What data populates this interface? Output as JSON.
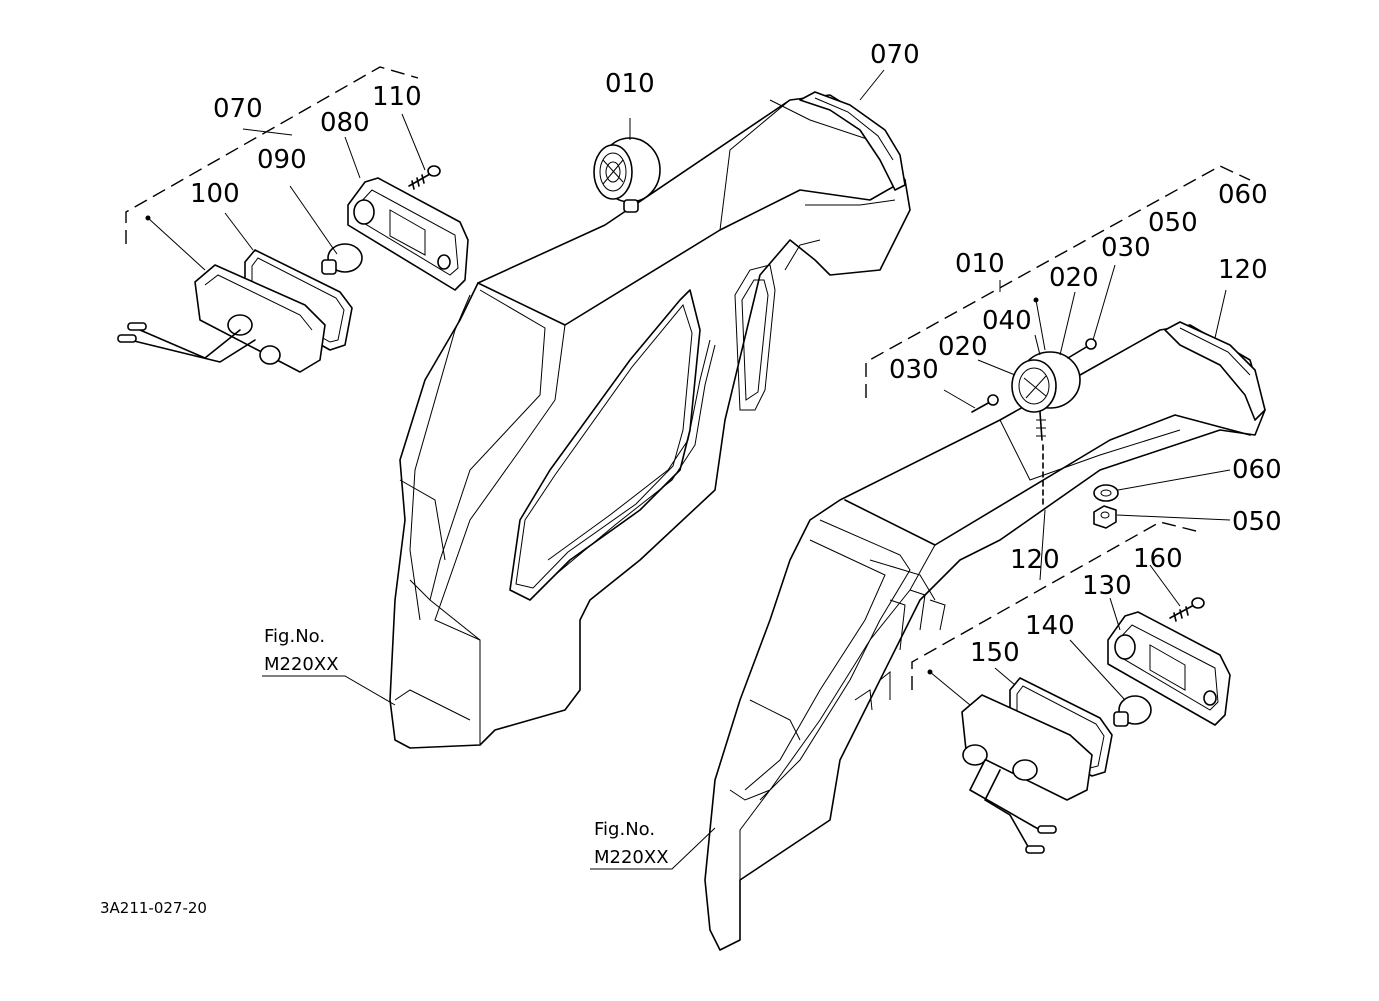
{
  "diagram_id": "3A211-027-20",
  "fig_refs": [
    {
      "line1": "Fig.No.",
      "line2": "M220XX"
    },
    {
      "line1": "Fig.No.",
      "line2": "M220XX"
    }
  ],
  "left_assembly": {
    "labels": {
      "beacon": "010",
      "housing": "070",
      "lamp_set": "070",
      "lamp_cover": "080",
      "screw": "110",
      "bulb": "090",
      "gasket": "100"
    }
  },
  "right_assembly": {
    "labels": {
      "housing": "120",
      "lamp_set": "120",
      "beacon_set": "010",
      "beacon_part": "020",
      "beacon_part_b": "020",
      "beacon_center": "040",
      "screw_top": "030",
      "screw_left": "030",
      "sub_050": "050",
      "sub_060": "060",
      "washer": "060",
      "nut": "050",
      "lamp_cover": "130",
      "screw": "160",
      "bulb": "140",
      "gasket": "150"
    }
  }
}
